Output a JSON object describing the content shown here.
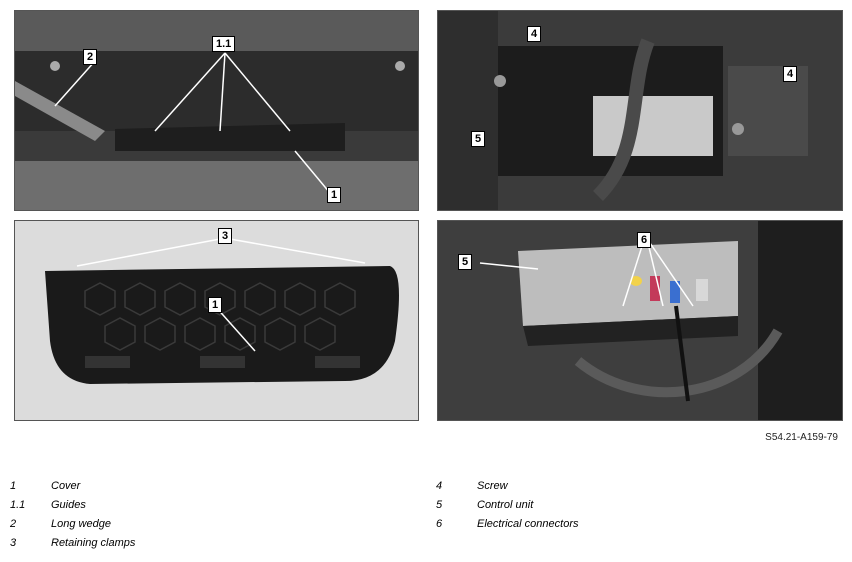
{
  "panels": [
    {
      "callouts": [
        "1.1",
        "2",
        "1"
      ]
    },
    {
      "callouts": [
        "4",
        "4",
        "5"
      ]
    },
    {
      "callouts": [
        "3",
        "1"
      ]
    },
    {
      "callouts": [
        "6",
        "5"
      ]
    }
  ],
  "figure_id": "S54.21-A159-79",
  "legend_left": [
    {
      "num": "1",
      "text": "Cover"
    },
    {
      "num": "1.1",
      "text": "Guides"
    },
    {
      "num": "2",
      "text": "Long wedge"
    },
    {
      "num": "3",
      "text": "Retaining clamps"
    }
  ],
  "legend_right": [
    {
      "num": "4",
      "text": "Screw"
    },
    {
      "num": "5",
      "text": "Control unit"
    },
    {
      "num": "6",
      "text": "Electrical connectors"
    }
  ]
}
